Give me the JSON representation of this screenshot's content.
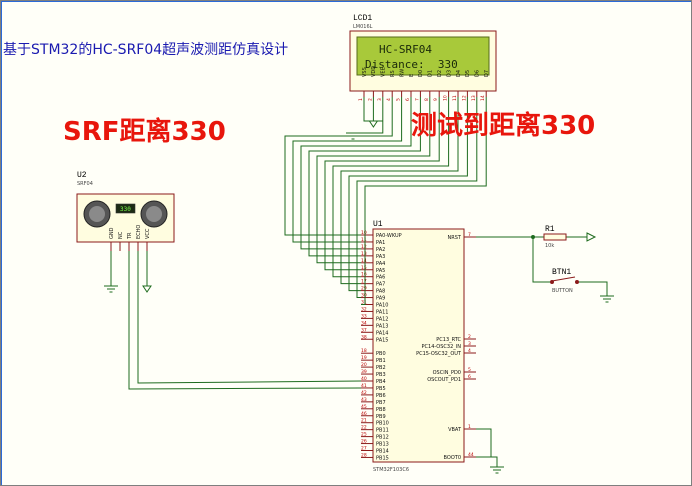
{
  "title": "基于STM32的HC-SRF04超声波测距仿真设计",
  "annotations": {
    "left": "SRF距离330",
    "right": "测试到距离330"
  },
  "lcd": {
    "ref": "LCD1",
    "model": "LM016L",
    "line1": "HC-SRF04",
    "line2": "Distance:  330",
    "pins": [
      "VSS",
      "VDD",
      "VEE",
      "RS",
      "RW",
      "E",
      "D0",
      "D1",
      "D2",
      "D3",
      "D4",
      "D5",
      "D6",
      "D7"
    ]
  },
  "sensor": {
    "ref": "U2",
    "model": "SRF04",
    "display": "330",
    "pins": [
      "GND",
      "NC",
      "TR",
      "ECHO",
      "VCC"
    ]
  },
  "mcu": {
    "ref": "U1",
    "model": "STM32F103C6",
    "left_pins": [
      {
        "num": "10",
        "name": "PA0-WKUP"
      },
      {
        "num": "11",
        "name": "PA1"
      },
      {
        "num": "12",
        "name": "PA2"
      },
      {
        "num": "13",
        "name": "PA3"
      },
      {
        "num": "14",
        "name": "PA4"
      },
      {
        "num": "15",
        "name": "PA5"
      },
      {
        "num": "16",
        "name": "PA6"
      },
      {
        "num": "17",
        "name": "PA7"
      },
      {
        "num": "29",
        "name": "PA8"
      },
      {
        "num": "30",
        "name": "PA9"
      },
      {
        "num": "31",
        "name": "PA10"
      },
      {
        "num": "32",
        "name": "PA11"
      },
      {
        "num": "33",
        "name": "PA12"
      },
      {
        "num": "34",
        "name": "PA13"
      },
      {
        "num": "37",
        "name": "PA14"
      },
      {
        "num": "38",
        "name": "PA15"
      },
      {
        "num": "18",
        "name": "PB0"
      },
      {
        "num": "19",
        "name": "PB1"
      },
      {
        "num": "20",
        "name": "PB2"
      },
      {
        "num": "39",
        "name": "PB3"
      },
      {
        "num": "40",
        "name": "PB4"
      },
      {
        "num": "41",
        "name": "PB5"
      },
      {
        "num": "42",
        "name": "PB6"
      },
      {
        "num": "43",
        "name": "PB7"
      },
      {
        "num": "45",
        "name": "PB8"
      },
      {
        "num": "46",
        "name": "PB9"
      },
      {
        "num": "21",
        "name": "PB10"
      },
      {
        "num": "22",
        "name": "PB11"
      },
      {
        "num": "25",
        "name": "PB12"
      },
      {
        "num": "26",
        "name": "PB13"
      },
      {
        "num": "27",
        "name": "PB14"
      },
      {
        "num": "28",
        "name": "PB15"
      }
    ],
    "right_pins": [
      {
        "num": "7",
        "name": "NRST"
      },
      {
        "num": "2",
        "name": "PC13_RTC"
      },
      {
        "num": "3",
        "name": "PC14-OSC32_IN"
      },
      {
        "num": "4",
        "name": "PC15-OSC32_OUT"
      },
      {
        "num": "5",
        "name": "OSCIN_PD0"
      },
      {
        "num": "6",
        "name": "OSCOUT_PD1"
      },
      {
        "num": "1",
        "name": "VBAT"
      },
      {
        "num": "44",
        "name": "BOOT0"
      }
    ]
  },
  "resistor": {
    "ref": "R1",
    "value": "10k"
  },
  "button": {
    "ref": "BTN1",
    "model": "BUTTON"
  },
  "colors": {
    "wire": "#1e6b1e",
    "component": "#8b1a1a",
    "body": "#fffde0",
    "lcd_screen": "#a8c93a",
    "annot": "#e8160c",
    "title": "#1a1ab0"
  }
}
